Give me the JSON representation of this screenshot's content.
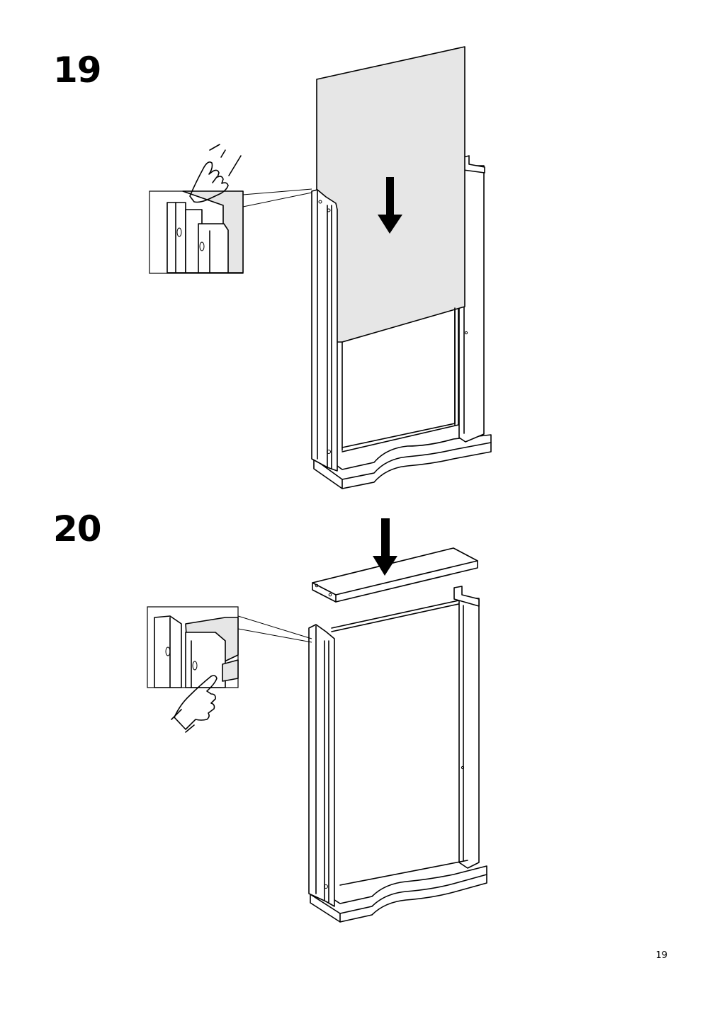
{
  "steps": [
    {
      "number": "19",
      "illustration": "back-panel-slide-into-groove",
      "icons": [
        "arrow-down-icon",
        "hand-pointing-icon",
        "detail-zoom-icon"
      ]
    },
    {
      "number": "20",
      "illustration": "top-board-placement",
      "icons": [
        "arrow-down-icon",
        "hand-pointing-icon",
        "detail-zoom-icon"
      ]
    }
  ],
  "page": {
    "number": "19"
  }
}
